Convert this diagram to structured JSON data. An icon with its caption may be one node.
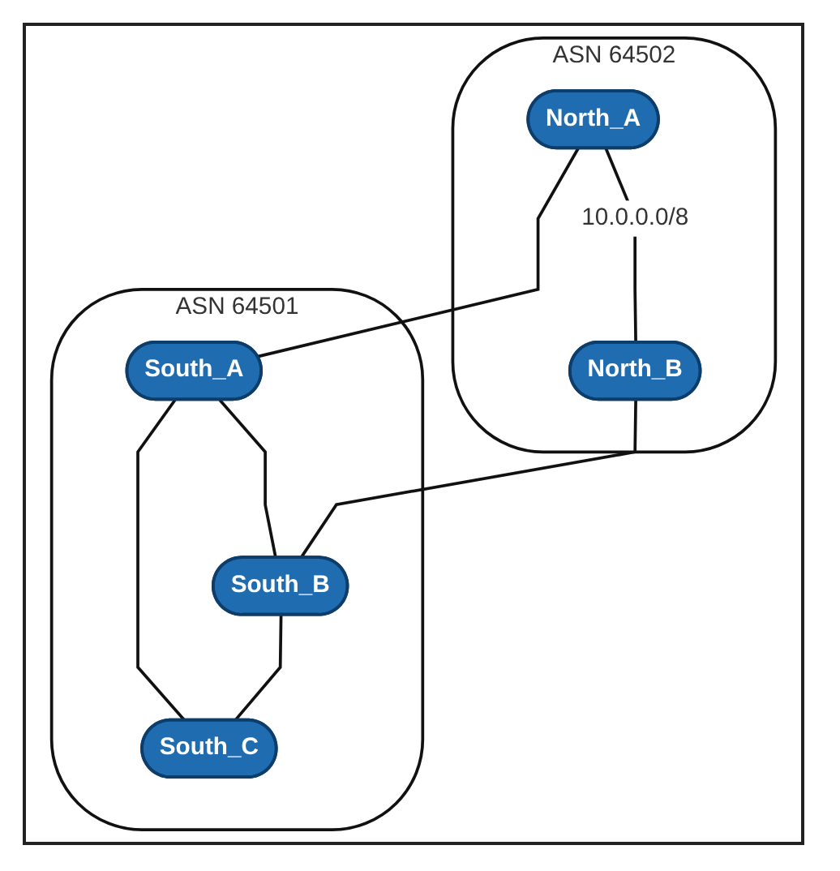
{
  "diagram": {
    "nodes": [
      {
        "text": [
          "ASN 64502"
        ]
      },
      {
        "text": [
          "North_A"
        ],
        "in": 0
      },
      {
        "text": [
          "North_B"
        ],
        "in": 0
      },
      {
        "text": [
          "ASN 64501"
        ]
      },
      {
        "text": [
          "South_A"
        ],
        "in": 3
      },
      {
        "text": [
          "South_B"
        ],
        "in": 3
      },
      {
        "text": [
          "South_C"
        ],
        "in": 3
      }
    ],
    "edges": [
      {
        "from": 1,
        "to": 2,
        "arrow": "none",
        "label": "10.0.0.0/8"
      },
      {
        "from": 1,
        "to": 4,
        "arrow": "none"
      },
      {
        "from": 2,
        "to": 5,
        "arrow": "none"
      },
      {
        "from": 4,
        "to": 5,
        "arrow": "none"
      },
      {
        "from": 4,
        "to": 6,
        "arrow": "none"
      },
      {
        "from": 5,
        "to": 6,
        "arrow": "none"
      }
    ]
  }
}
